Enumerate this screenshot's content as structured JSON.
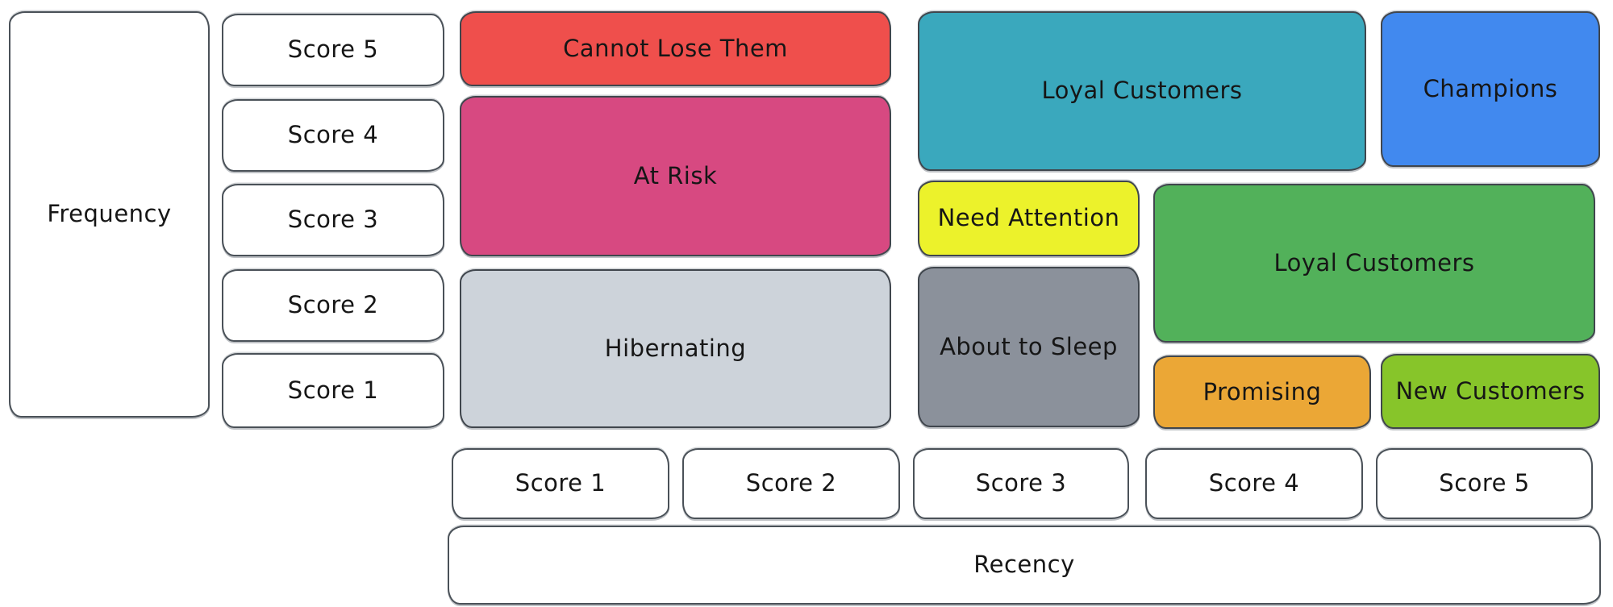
{
  "diagram": {
    "type": "rfm-segment-matrix",
    "stroke_color": "#40464d",
    "text_color": "#161616",
    "frequency_axis": {
      "label": "Frequency",
      "scores": [
        "Score 5",
        "Score 4",
        "Score 3",
        "Score 2",
        "Score 1"
      ]
    },
    "recency_axis": {
      "label": "Recency",
      "scores": [
        "Score 1",
        "Score 2",
        "Score 3",
        "Score 4",
        "Score 5"
      ]
    },
    "segments": {
      "cannot_lose_them": {
        "label": "Cannot Lose Them",
        "fill": "#ef4f4c",
        "recency_scores": "1-2",
        "frequency_scores": "5"
      },
      "at_risk": {
        "label": "At Risk",
        "fill": "#d74981",
        "recency_scores": "1-2",
        "frequency_scores": "3-4"
      },
      "hibernating": {
        "label": "Hibernating",
        "fill": "#cdd3da",
        "recency_scores": "1-2",
        "frequency_scores": "1-2"
      },
      "loyal_customers_upper": {
        "label": "Loyal Customers",
        "fill": "#3aa8bd",
        "recency_scores": "3-4",
        "frequency_scores": "4-5"
      },
      "champions": {
        "label": "Champions",
        "fill": "#4189ef",
        "recency_scores": "5",
        "frequency_scores": "4-5"
      },
      "need_attention": {
        "label": "Need Attention",
        "fill": "#ecf22b",
        "recency_scores": "3",
        "frequency_scores": "3"
      },
      "about_to_sleep": {
        "label": "About to Sleep",
        "fill": "#8b919b",
        "recency_scores": "3",
        "frequency_scores": "1-2"
      },
      "loyal_customers_lower": {
        "label": "Loyal Customers",
        "fill": "#52b15a",
        "recency_scores": "4-5",
        "frequency_scores": "2-3"
      },
      "promising": {
        "label": "Promising",
        "fill": "#eba736",
        "recency_scores": "4",
        "frequency_scores": "1"
      },
      "new_customers": {
        "label": "New Customers",
        "fill": "#87c52a",
        "recency_scores": "5",
        "frequency_scores": "1"
      }
    }
  }
}
